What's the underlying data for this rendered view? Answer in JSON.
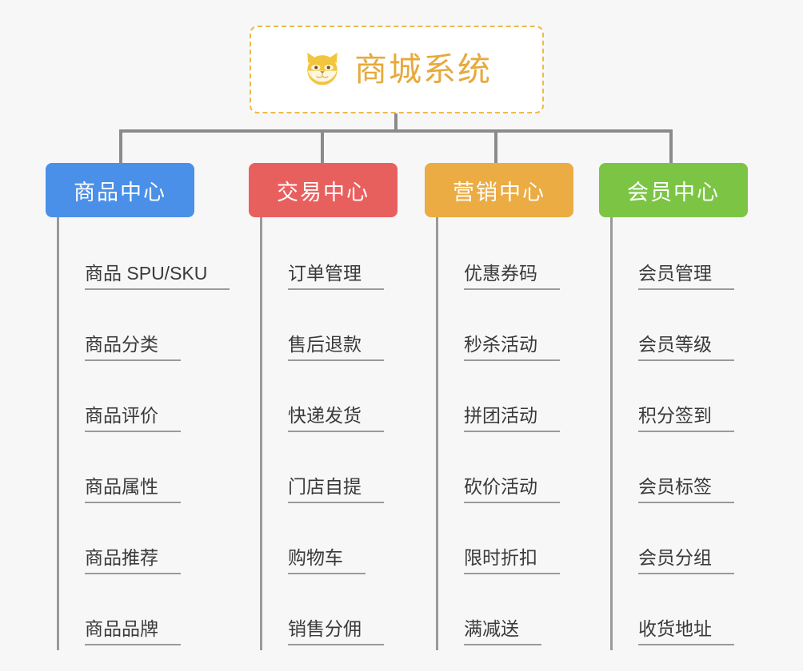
{
  "background_color": "#f7f7f7",
  "root": {
    "title": "商城系统",
    "icon": "shiba-dog-icon",
    "text_color": "#e6a93c",
    "border_color": "#f0b84d"
  },
  "connector_color": "#8b8b8b",
  "branches": [
    {
      "label": "商品中心",
      "color": "#4a90e8",
      "items": [
        "商品 SPU/SKU",
        "商品分类",
        "商品评价",
        "商品属性",
        "商品推荐",
        "商品品牌"
      ]
    },
    {
      "label": "交易中心",
      "color": "#e8605e",
      "items": [
        "订单管理",
        "售后退款",
        "快递发货",
        "门店自提",
        "购物车",
        "销售分佣"
      ]
    },
    {
      "label": "营销中心",
      "color": "#eaac43",
      "items": [
        "优惠券码",
        "秒杀活动",
        "拼团活动",
        "砍价活动",
        "限时折扣",
        "满减送"
      ]
    },
    {
      "label": "会员中心",
      "color": "#7cc544",
      "items": [
        "会员管理",
        "会员等级",
        "积分签到",
        "会员标签",
        "会员分组",
        "收货地址"
      ]
    }
  ]
}
